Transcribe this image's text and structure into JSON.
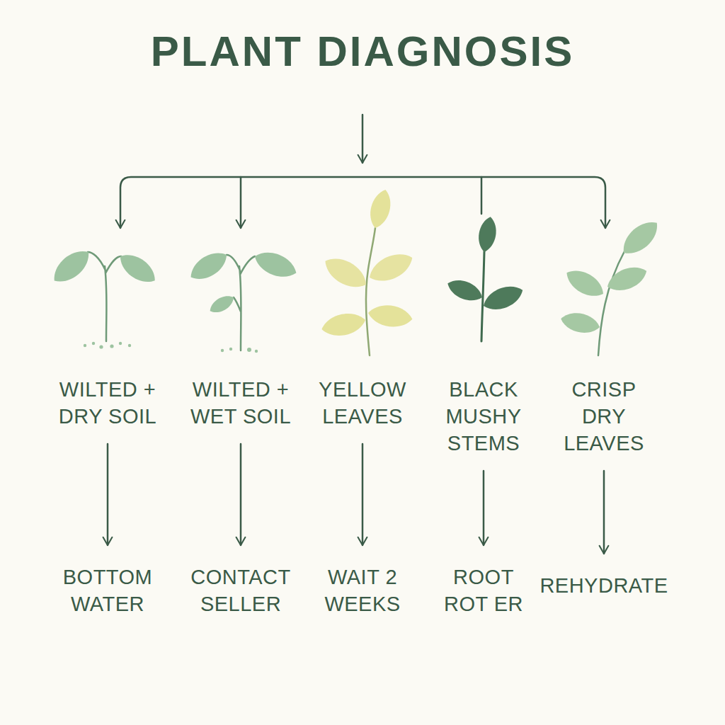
{
  "diagram": {
    "title": "PLANT DIAGNOSIS",
    "nodes": [
      {
        "text": [
          "WILTED + DRY SOIL"
        ]
      },
      {
        "text": [
          "WILTED + WET SOIL"
        ]
      },
      {
        "text": [
          "YELLOW LEAVES"
        ]
      },
      {
        "text": [
          "BLACK MUSHY STEMS"
        ]
      },
      {
        "text": [
          "CRISP DRY LEAVES"
        ]
      },
      {
        "text": [
          "BOTTOM WATER"
        ]
      },
      {
        "text": [
          "CONTACT SELLER"
        ]
      },
      {
        "text": [
          "WAIT 2 WEEKS"
        ]
      },
      {
        "text": [
          "ROOT ROT ER"
        ]
      },
      {
        "text": [
          "REHYDRATE"
        ]
      }
    ],
    "edges": [
      {
        "from": 0,
        "to": 5,
        "arrow": "to"
      },
      {
        "from": 1,
        "to": 6,
        "arrow": "to"
      },
      {
        "from": 2,
        "to": 7,
        "arrow": "to"
      },
      {
        "from": 3,
        "to": 8,
        "arrow": "to"
      },
      {
        "from": 4,
        "to": 9,
        "arrow": "to"
      }
    ]
  }
}
